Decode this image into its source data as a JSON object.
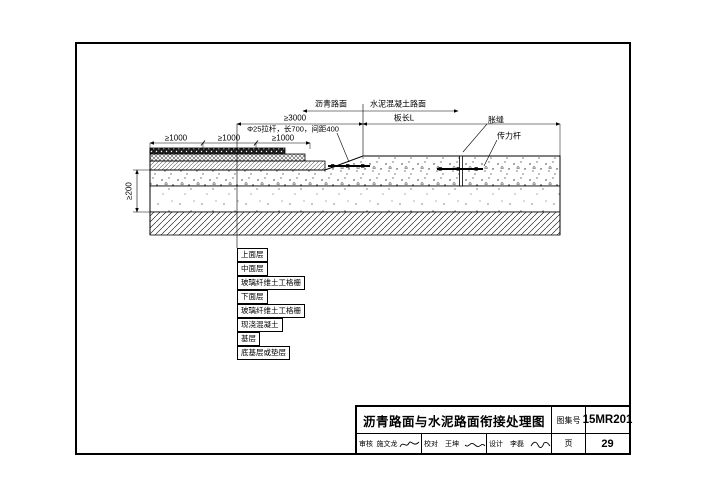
{
  "colors": {
    "ink": "#000000",
    "paper": "#ffffff"
  },
  "drawing": {
    "top_labels": {
      "asphalt_side": "沥青路面",
      "concrete_side": "水泥混凝土路面",
      "slab_length": "板长L",
      "expansion_joint": "胀缝",
      "dowel_bar": "传力杆",
      "tie_bar_note": "Φ25拉杆，长700，间距400"
    },
    "dimensions": {
      "d1000": "≥1000",
      "d3000": "≥3000",
      "d200": "≥200"
    },
    "layer_labels": [
      "上面层",
      "中面层",
      "玻璃纤维土工格栅",
      "下面层",
      "玻璃纤维土工格栅",
      "现浇混凝土",
      "基层",
      "底基层或垫层"
    ]
  },
  "titleblock": {
    "title": "沥青路面与水泥路面衔接处理图",
    "atlas_label": "图集号",
    "atlas_number": "15MR201",
    "page_label": "页",
    "page_number": "29",
    "signers": [
      {
        "role": "审核",
        "name": "施文龙",
        "signature_icon": "signature-scribble-icon"
      },
      {
        "role": "校对",
        "name": "王坤",
        "signature_icon": "signature-scribble-icon"
      },
      {
        "role": "设计",
        "name": "李磊",
        "signature_icon": "signature-scribble-icon"
      }
    ]
  }
}
